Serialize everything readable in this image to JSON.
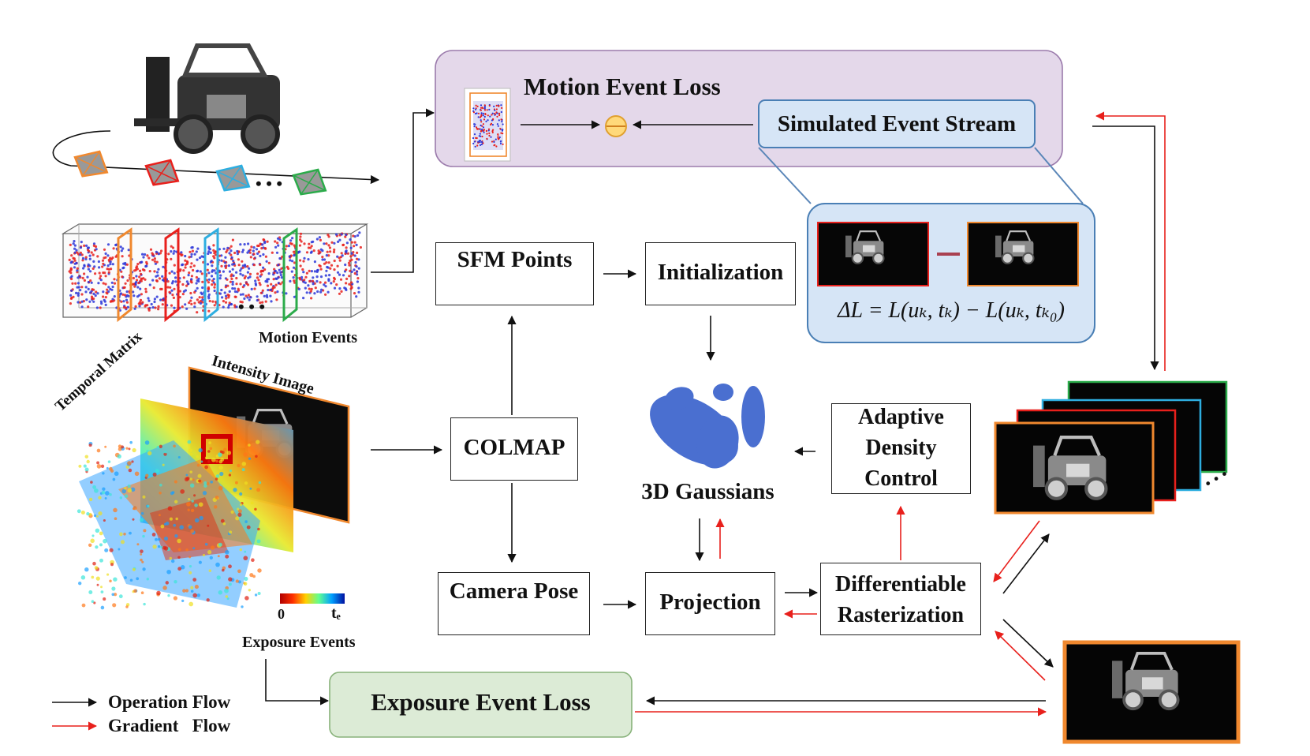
{
  "motion_loss": {
    "title": "Motion Event Loss",
    "simulated_stream": "Simulated Event Stream",
    "color": "#e4d8ea",
    "formula": "ΔL = L(uₖ, tₖ) − L(uₖ, tₖ₀)"
  },
  "labels": {
    "motion_events": "Motion Events",
    "temporal_matrix": "Temporal Matrix",
    "intensity_image": "Intensity Image",
    "exposure_events": "Exposure Events",
    "colorbar_min": "0",
    "colorbar_max": "tₑ"
  },
  "nodes": {
    "sfm_points": "SFM Points",
    "initialization": "Initialization",
    "colmap": "COLMAP",
    "camera_pose": "Camera Pose",
    "projection": "Projection",
    "gaussians": "3D Gaussians",
    "adaptive_density": [
      "Adaptive",
      "Density",
      "Control"
    ],
    "diff_raster": [
      "Differentiable",
      "Rasterization"
    ]
  },
  "exposure_loss": {
    "title": "Exposure Event Loss",
    "color": "#dcebd6"
  },
  "legend": {
    "operation": "Operation Flow",
    "gradient": "Gradient   Flow",
    "operation_color": "#111111",
    "gradient_color": "#e8201c"
  },
  "camera_colors": [
    "#f0882e",
    "#e8201c",
    "#2eaee0",
    "#2bab4a"
  ],
  "ellipsis": "• • •"
}
